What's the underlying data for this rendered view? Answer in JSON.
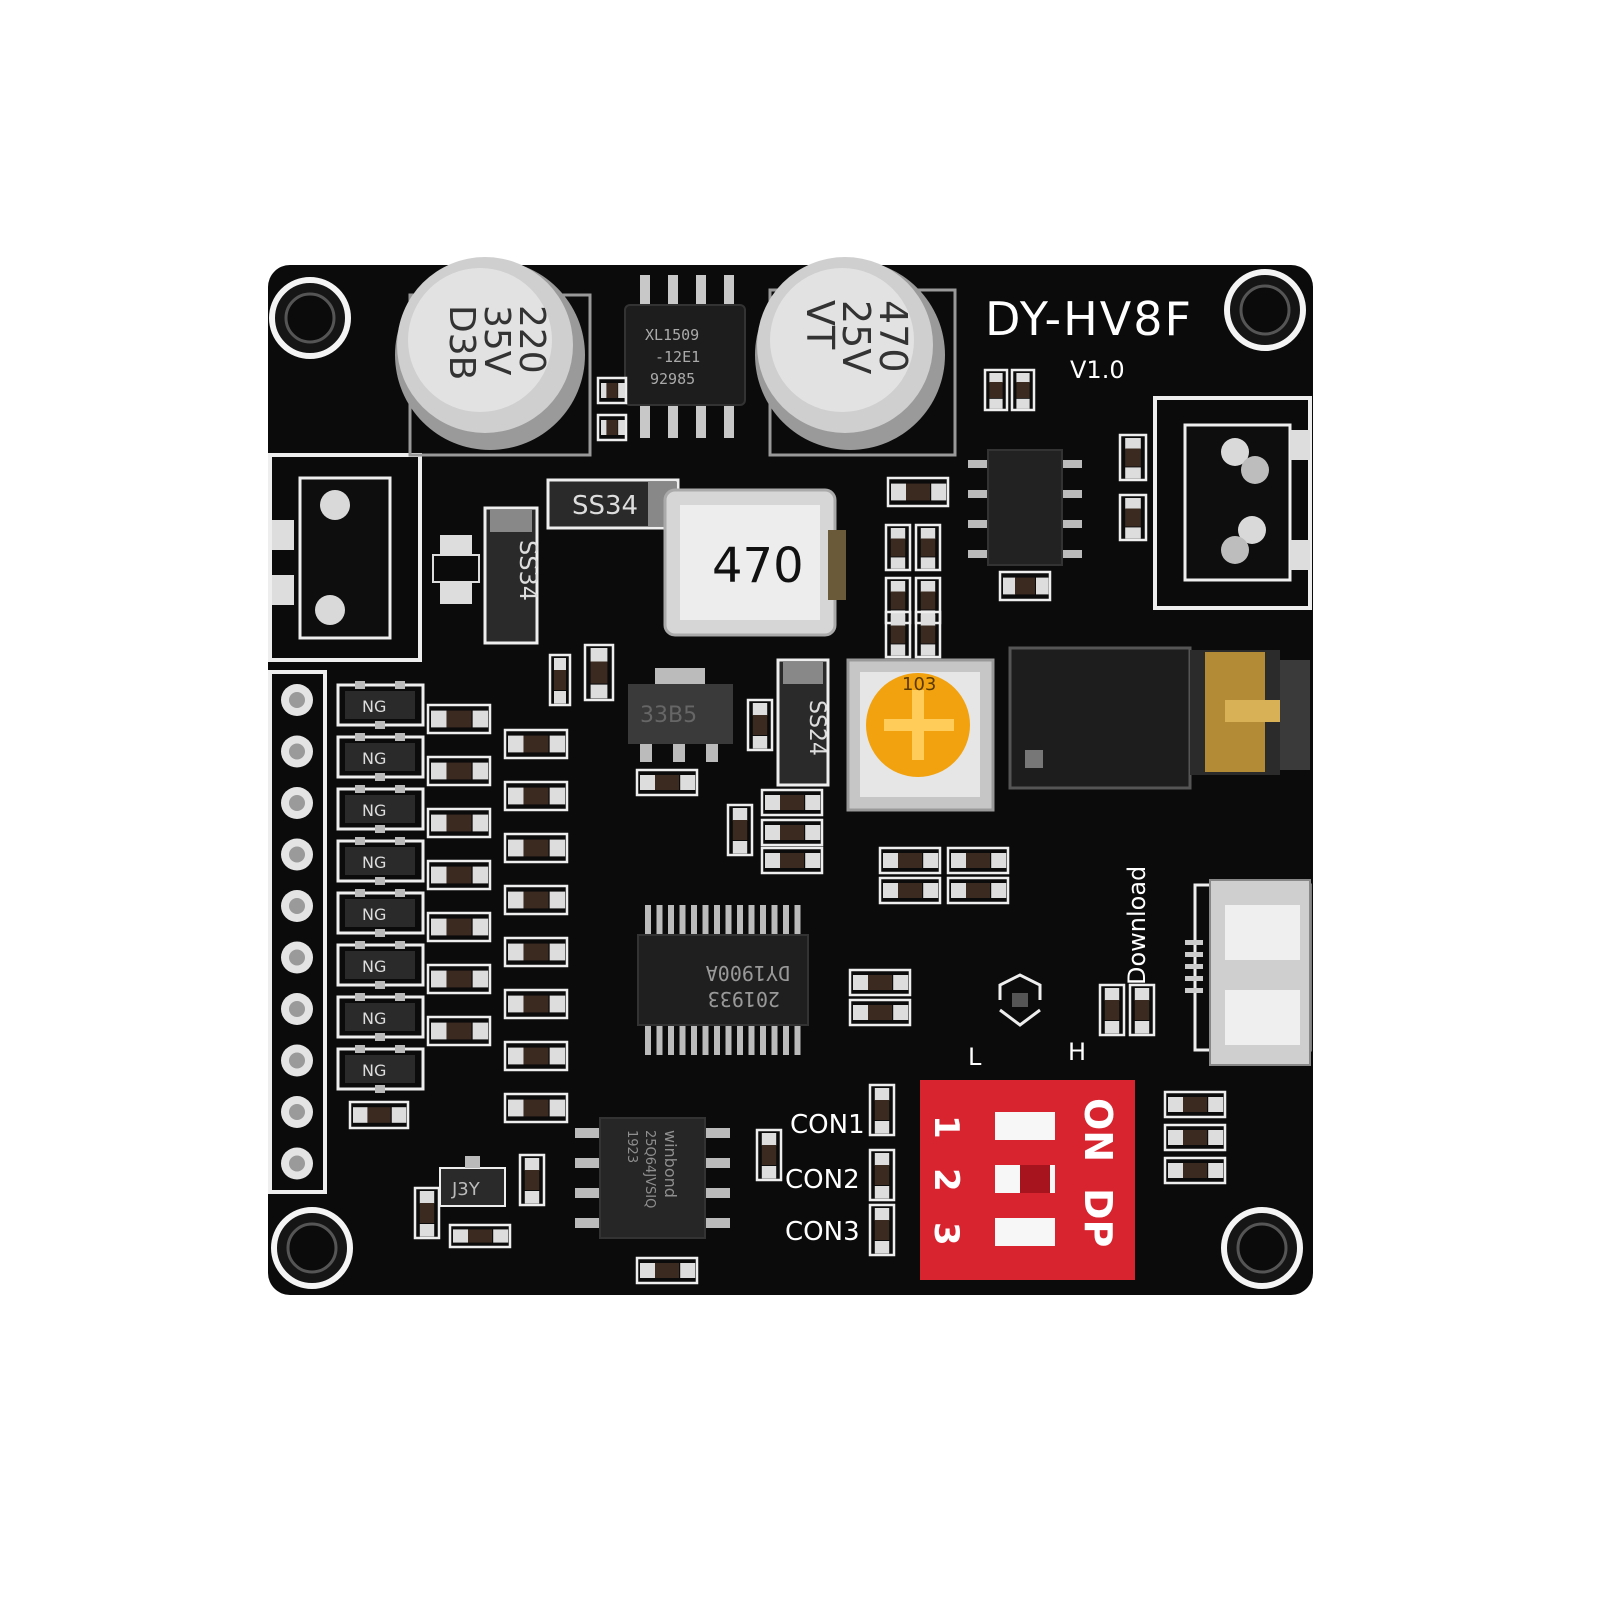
{
  "board": {
    "model": "DY-HV8F",
    "version": "V1.0",
    "colors": {
      "pcb": "#0b0b0b",
      "silkscreen": "#ffffff",
      "dip_switch": "#d8242f",
      "potentiometer_knob": "#f2a20e",
      "jack_pin": "#c99a3a"
    }
  },
  "capacitors": [
    {
      "id": "cap-left",
      "line1": "220",
      "line2": "35V",
      "line3": "D3B"
    },
    {
      "id": "cap-right",
      "line1": "470",
      "line2": "25V",
      "line3": "VT"
    }
  ],
  "chips": {
    "boost": {
      "line1": "XL1509",
      "line2": "-12E1",
      "line3": "92985"
    },
    "decoder": {
      "line1": "201933",
      "line2": "DY1900A"
    },
    "flash": {
      "line1": "winbond",
      "line2": "25Q64JVSIQ",
      "line3": "1923"
    },
    "regulator": "33B5"
  },
  "inductor": {
    "label": "470"
  },
  "diodes": [
    "SS34",
    "SS34",
    "SS24"
  ],
  "potentiometer": {
    "label": "103"
  },
  "transistors": [
    "NG",
    "NG",
    "NG",
    "NG",
    "NG",
    "NG",
    "NG",
    "NG"
  ],
  "small_transistor": "J3Y",
  "connectors": [
    "CON1",
    "CON2",
    "CON3"
  ],
  "dip_switch": {
    "on_label": "ON",
    "dp_label": "DP",
    "numbers": [
      "1",
      "2",
      "3"
    ]
  },
  "labels": {
    "download": "Download",
    "low": "L",
    "high": "H"
  }
}
